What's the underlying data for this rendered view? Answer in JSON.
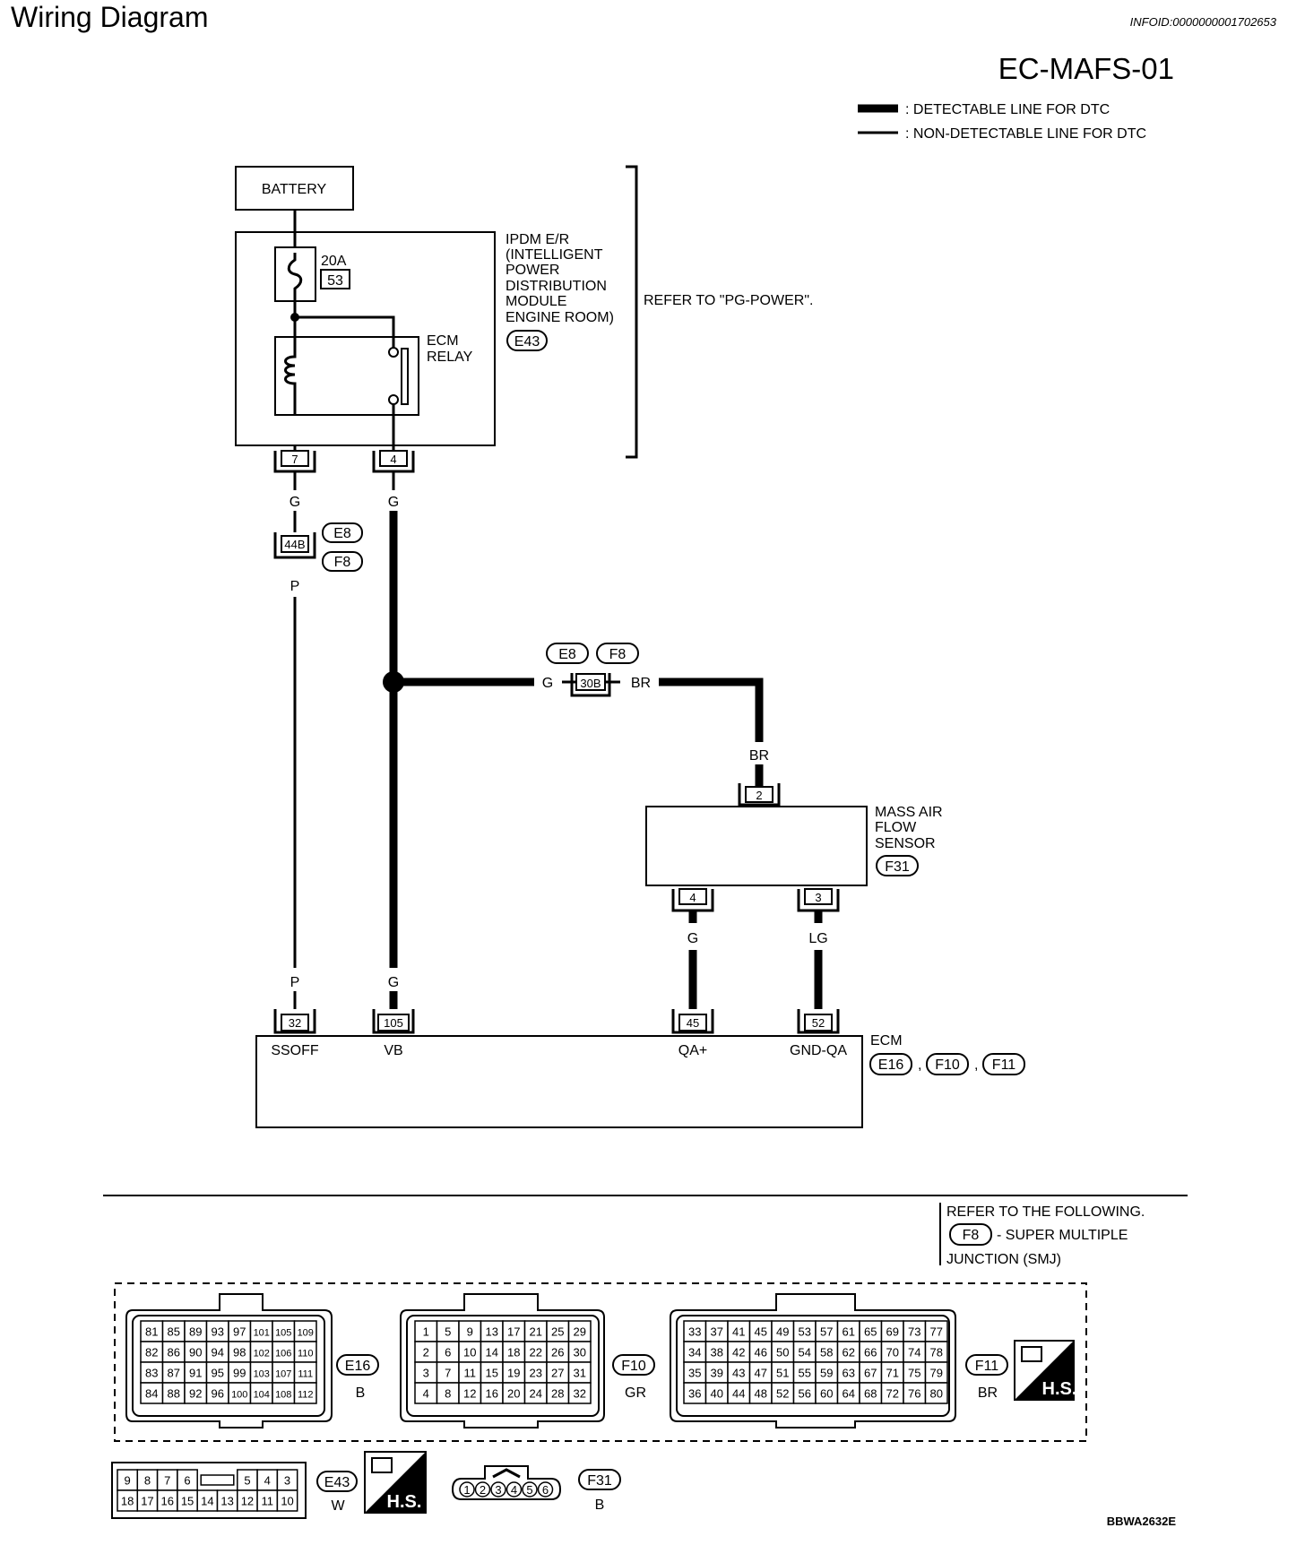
{
  "header": {
    "title": "Wiring Diagram",
    "info_id": "INFOID:0000000001702653",
    "code": "EC-MAFS-01"
  },
  "legend": [
    {
      "style": "thick",
      "label": ": DETECTABLE LINE FOR DTC"
    },
    {
      "style": "thin",
      "label": ": NON-DETECTABLE LINE FOR DTC"
    }
  ],
  "components": {
    "battery": "BATTERY",
    "fuse": {
      "rating": "20A",
      "number": "53"
    },
    "ipdm": {
      "lines": [
        "IPDM E/R",
        "(INTELLIGENT",
        "POWER",
        "DISTRIBUTION",
        "MODULE",
        "ENGINE ROOM)"
      ],
      "connector": "E43"
    },
    "ecm_relay": {
      "lines": [
        "ECM",
        "RELAY"
      ]
    },
    "refer_pg": "REFER TO \"PG-POWER\".",
    "maf": {
      "lines": [
        "MASS AIR",
        "FLOW",
        "SENSOR"
      ],
      "connector": "F31"
    },
    "ecm": {
      "name": "ECM",
      "connectors": [
        "E16",
        "F10",
        "F11"
      ],
      "separator": ","
    }
  },
  "pins": {
    "ipdm_7": "7",
    "ipdm_4": "4",
    "joint_44b": "44B",
    "joint_30b": "30B",
    "maf_2": "2",
    "maf_4": "4",
    "maf_3": "3",
    "ecm_32": "32",
    "ecm_105": "105",
    "ecm_45": "45",
    "ecm_52": "52"
  },
  "ecm_terminals": {
    "t32": "SSOFF",
    "t105": "VB",
    "t45": "QA+",
    "t52": "GND-QA"
  },
  "joints": {
    "j44b": [
      "E8",
      "F8"
    ],
    "j30b": [
      "E8",
      "F8"
    ]
  },
  "wire_colors": {
    "ipdm7_top": "G",
    "ipdm4_top": "G",
    "j44b_bottom": "P",
    "j30b_left": "G",
    "j30b_right": "BR",
    "maf2_top": "BR",
    "maf4_bottom": "G",
    "maf3_bottom": "LG",
    "ecm32_top": "P",
    "ecm105_top": "G"
  },
  "refer_following": {
    "line1": "REFER TO THE FOLLOWING.",
    "connector": "F8",
    "line2": "- SUPER MULTIPLE",
    "line3": "JUNCTION (SMJ)"
  },
  "connector_views": {
    "e16": {
      "id": "E16",
      "color": "B",
      "rows": [
        [
          "81",
          "85",
          "89",
          "93",
          "97",
          "101",
          "105",
          "109"
        ],
        [
          "82",
          "86",
          "90",
          "94",
          "98",
          "102",
          "106",
          "110"
        ],
        [
          "83",
          "87",
          "91",
          "95",
          "99",
          "103",
          "107",
          "111"
        ],
        [
          "84",
          "88",
          "92",
          "96",
          "100",
          "104",
          "108",
          "112"
        ]
      ]
    },
    "f10": {
      "id": "F10",
      "color": "GR",
      "rows": [
        [
          "1",
          "5",
          "9",
          "13",
          "17",
          "21",
          "25",
          "29"
        ],
        [
          "2",
          "6",
          "10",
          "14",
          "18",
          "22",
          "26",
          "30"
        ],
        [
          "3",
          "7",
          "11",
          "15",
          "19",
          "23",
          "27",
          "31"
        ],
        [
          "4",
          "8",
          "12",
          "16",
          "20",
          "24",
          "28",
          "32"
        ]
      ]
    },
    "f11": {
      "id": "F11",
      "color": "BR",
      "rows": [
        [
          "33",
          "37",
          "41",
          "45",
          "49",
          "53",
          "57",
          "61",
          "65",
          "69",
          "73",
          "77"
        ],
        [
          "34",
          "38",
          "42",
          "46",
          "50",
          "54",
          "58",
          "62",
          "66",
          "70",
          "74",
          "78"
        ],
        [
          "35",
          "39",
          "43",
          "47",
          "51",
          "55",
          "59",
          "63",
          "67",
          "71",
          "75",
          "79"
        ],
        [
          "36",
          "40",
          "44",
          "48",
          "52",
          "56",
          "60",
          "64",
          "68",
          "72",
          "76",
          "80"
        ]
      ]
    },
    "e43": {
      "id": "E43",
      "color": "W",
      "top": [
        "9",
        "8",
        "7",
        "6",
        "",
        "5",
        "4",
        "3"
      ],
      "bottom": [
        "18",
        "17",
        "16",
        "15",
        "14",
        "13",
        "12",
        "11",
        "10"
      ]
    },
    "f31": {
      "id": "F31",
      "color": "B",
      "pins": [
        "1",
        "2",
        "3",
        "4",
        "5",
        "6"
      ]
    }
  },
  "hs_label": "H.S.",
  "figure_code": "BBWA2632E"
}
